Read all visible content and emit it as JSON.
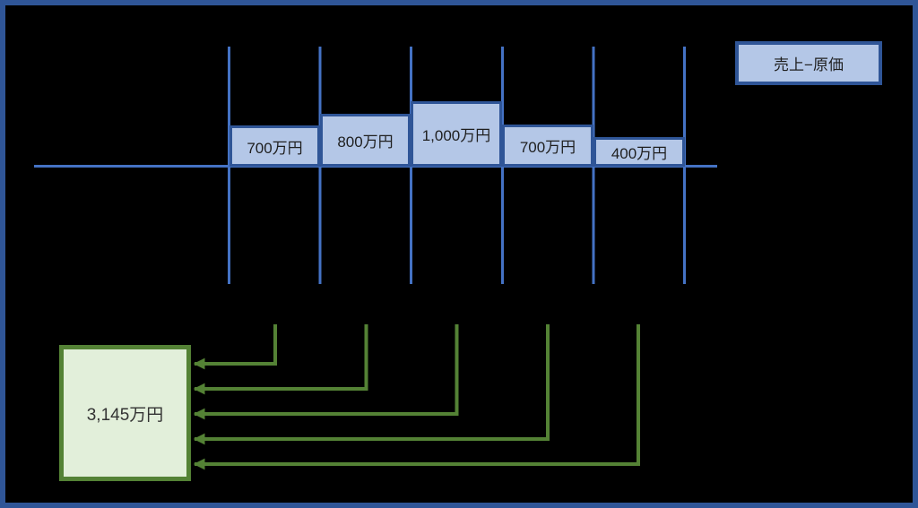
{
  "colors": {
    "frame": "#2F5597",
    "line_blue": "#4472C4",
    "box_border": "#2F5597",
    "box_fill": "#B4C7E7",
    "green_border": "#548235",
    "green_fill": "#E2EFDA",
    "background": "#000000",
    "text_dark": "#1F1F1F"
  },
  "legend": {
    "label": "売上−原価"
  },
  "cashflows": {
    "unit": "万円",
    "items": [
      {
        "label": "700万円",
        "value": 700
      },
      {
        "label": "800万円",
        "value": 800
      },
      {
        "label": "1,000万円",
        "value": 1000
      },
      {
        "label": "700万円",
        "value": 700
      },
      {
        "label": "400万円",
        "value": 400
      }
    ]
  },
  "total": {
    "label": "3,145万円",
    "value": 3145
  }
}
